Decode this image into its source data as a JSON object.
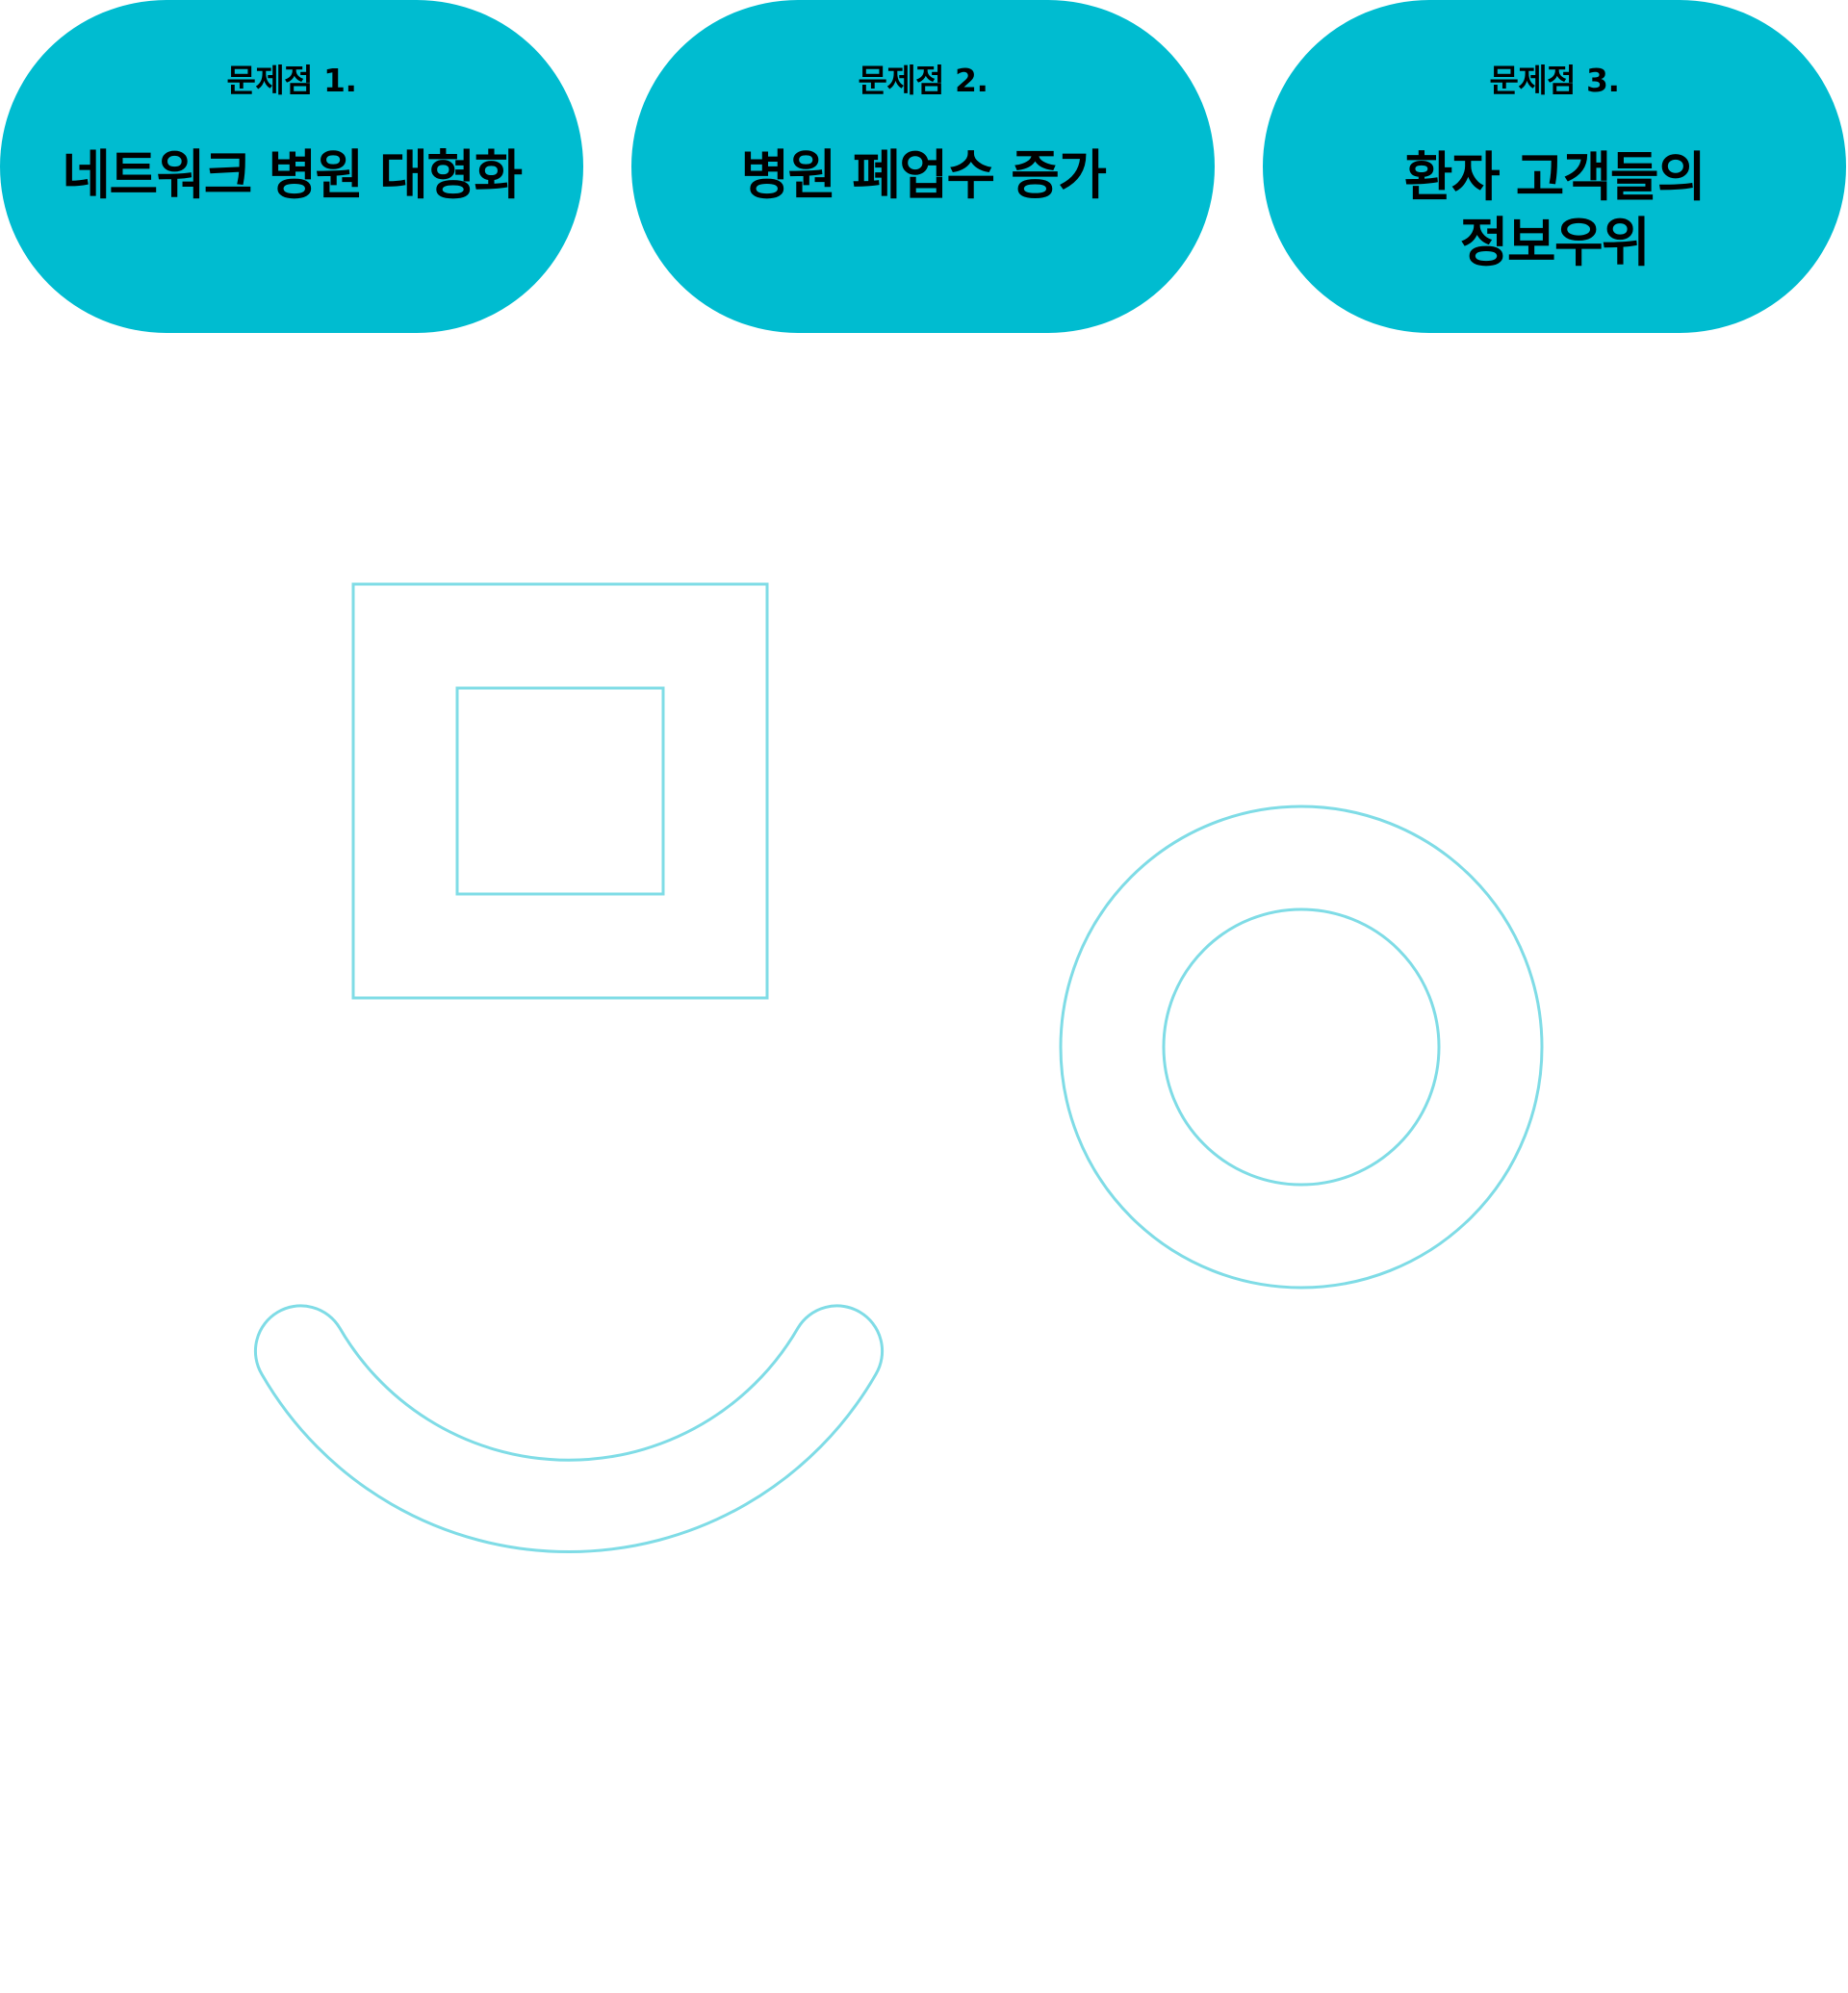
{
  "colors": {
    "pill_fill": "#00bcd0",
    "outline": "#7fdce6",
    "text": "#000000",
    "background": "#ffffff"
  },
  "problems": [
    {
      "label": "문제점 1.",
      "title": "네트워크 병원 대형화"
    },
    {
      "label": "문제점 2.",
      "title": "병원 폐업수 증가"
    },
    {
      "label": "문제점 3.",
      "title_line1": "환자 고객들의",
      "title_line2": "정보우위"
    }
  ],
  "decorations": [
    "square-outline-icon",
    "circle-outline-icon",
    "smile-arc-icon"
  ]
}
